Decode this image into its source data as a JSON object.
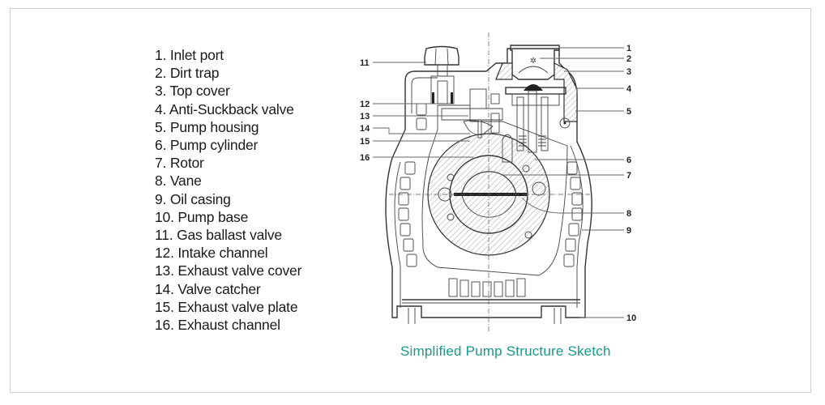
{
  "legend": {
    "items": [
      "1. Inlet port",
      "2. Dirt trap",
      "3. Top cover",
      "4. Anti-Suckback valve",
      "5. Pump housing",
      "6. Pump cylinder",
      "7. Rotor",
      "8. Vane",
      "9. Oil casing",
      "10. Pump base",
      "11. Gas ballast valve",
      "12. Intake channel",
      "13. Exhaust valve cover",
      "14. Valve catcher",
      "15. Exhaust valve plate",
      "16. Exhaust channel"
    ]
  },
  "diagram": {
    "callouts_right": [
      "1",
      "2",
      "3",
      "4",
      "5",
      "6",
      "7",
      "8",
      "9",
      "10"
    ],
    "callouts_left": [
      "11",
      "12",
      "13",
      "14",
      "15",
      "16"
    ]
  },
  "caption": "Simplified Pump Structure Sketch",
  "colors": {
    "caption": "#16998a",
    "frame": "#cfcfcf",
    "text": "#1a1a1a"
  }
}
